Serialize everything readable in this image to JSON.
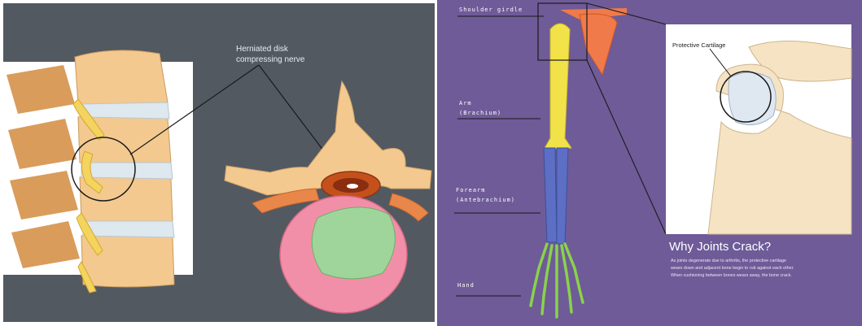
{
  "left_panel": {
    "callout": [
      "Herniated disk",
      "compressing nerve"
    ]
  },
  "right_panel": {
    "labels": {
      "shoulder": "Shoulder girdle",
      "arm": [
        "Arm",
        "(Brachium)"
      ],
      "forearm": [
        "Forearm",
        "(Antebrachium)"
      ],
      "hand": "Hand"
    },
    "inset_label": "Protective Cartilage",
    "heading": "Why Joints Crack?",
    "body_lines": [
      "As joints degenerate due to arthritis, the protective cartilage",
      "wears down and adjacent bone begin to rub against each other.",
      "When cushioning between bones wears away, the bone crack."
    ]
  },
  "colors": {
    "left_bg": "#525961",
    "right_bg": "#6e5b98",
    "bone": "#f3c98f",
    "nerve": "#f4d35e",
    "disc": "#dde8ef",
    "humerus": "#f2e24a",
    "scapula": "#f07a4a",
    "forearm": "#5c6fc4",
    "hand": "#8ad24a",
    "cord_pink": "#f28fa8",
    "cord_green": "#9fd59a"
  }
}
